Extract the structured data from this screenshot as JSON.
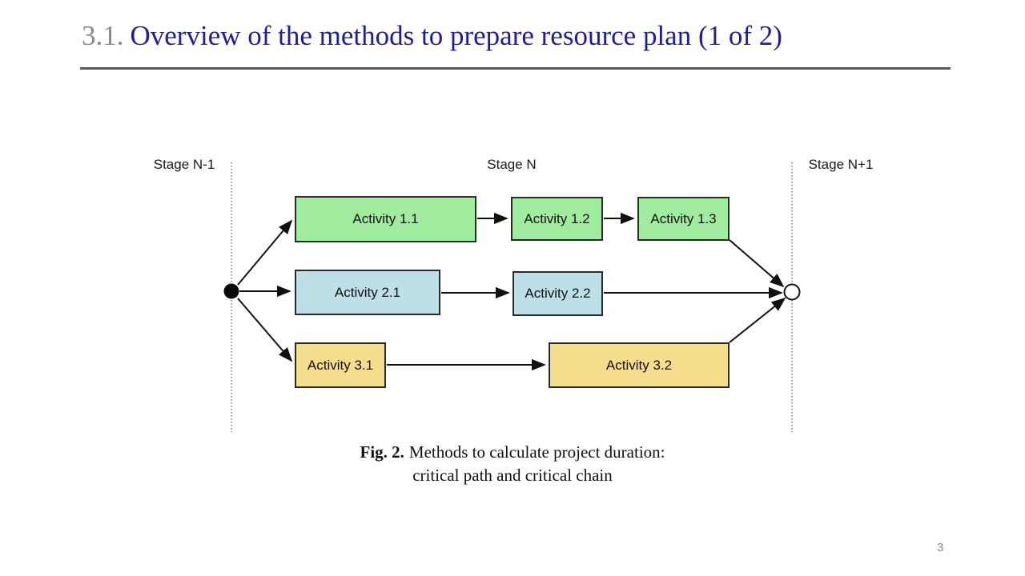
{
  "slide": {
    "title_number": "3.1.",
    "title_text": "Overview of the methods to prepare resource plan (1 of 2)",
    "page_number": "3"
  },
  "diagram": {
    "stage_labels": [
      "Stage N-1",
      "Stage N",
      "Stage N+1"
    ],
    "nodes": [
      {
        "name": "start-milestone",
        "shape": "filled-circle"
      },
      {
        "name": "end-milestone",
        "shape": "open-circle"
      }
    ],
    "activities": [
      {
        "label": "Activity 1.1",
        "row": 1,
        "color": "#a0ec9e"
      },
      {
        "label": "Activity 1.2",
        "row": 1,
        "color": "#a0ec9e"
      },
      {
        "label": "Activity 1.3",
        "row": 1,
        "color": "#a0ec9e"
      },
      {
        "label": "Activity 2.1",
        "row": 2,
        "color": "#bddfe7"
      },
      {
        "label": "Activity 2.2",
        "row": 2,
        "color": "#bddfe7"
      },
      {
        "label": "Activity 3.1",
        "row": 3,
        "color": "#f6dd8d"
      },
      {
        "label": "Activity 3.2",
        "row": 3,
        "color": "#f6dd8d"
      }
    ],
    "colors": {
      "path1_green": "#a0ec9e",
      "path2_blue": "#bddfe7",
      "path3_yellow": "#f6dd8d",
      "connector": "#111111",
      "stage_line": "#777777"
    }
  },
  "caption": {
    "figure_label": "Fig. 2.",
    "text_line1": "Methods to calculate project duration:",
    "text_line2": "critical path and critical chain"
  }
}
